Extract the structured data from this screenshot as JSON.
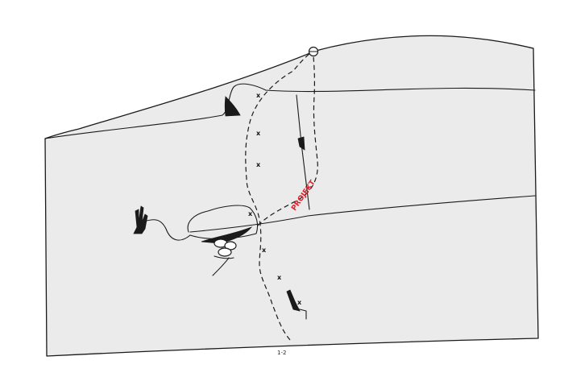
{
  "topo": {
    "project_label": "PROJEKT",
    "route_numbers": "1-2",
    "bolt_marker": "x",
    "colors": {
      "rock_fill": "#ebebeb",
      "line": "#1a1a1a",
      "project": "#e0202a"
    }
  }
}
